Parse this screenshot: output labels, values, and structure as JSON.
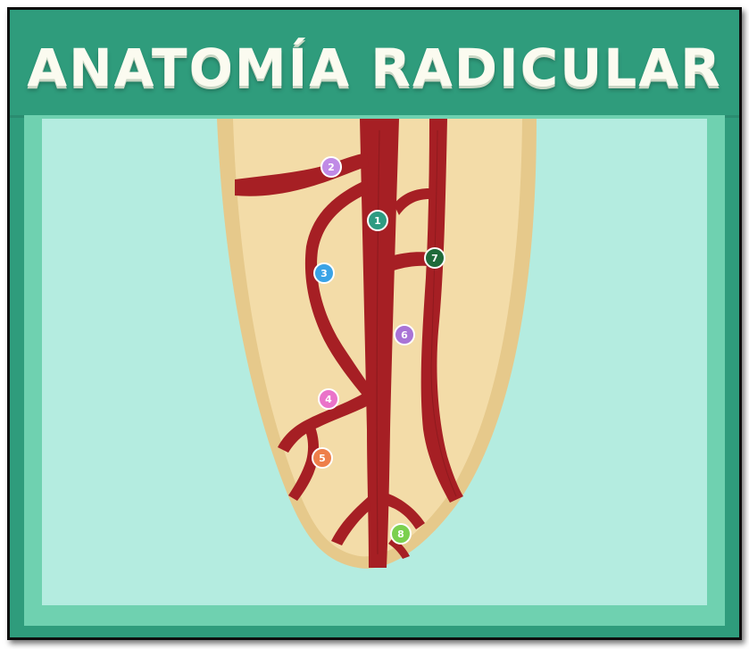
{
  "title": "ANATOMÍA RADICULAR",
  "markers": [
    {
      "label": "1",
      "color": "#2e9b82"
    },
    {
      "label": "2",
      "color": "#c08ae6"
    },
    {
      "label": "3",
      "color": "#3aa3e6"
    },
    {
      "label": "4",
      "color": "#ea73c9"
    },
    {
      "label": "5",
      "color": "#ee7f4a"
    },
    {
      "label": "6",
      "color": "#a974d6"
    },
    {
      "label": "7",
      "color": "#1f6a3a"
    },
    {
      "label": "8",
      "color": "#7bd04f"
    }
  ],
  "colors": {
    "banner": "#2f9c7c",
    "panel_border": "#6fd1b0",
    "panel": "#b4ece0",
    "dentin": "#f3dca8",
    "root_outline": "#e6c98b",
    "canal": "#a61f24"
  }
}
